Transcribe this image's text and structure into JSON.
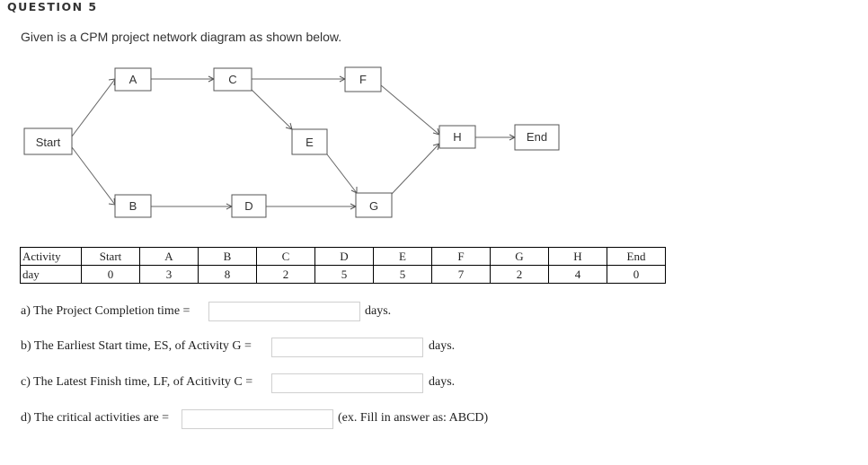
{
  "question": {
    "heading": "QUESTION 5",
    "intro": "Given is a CPM project network diagram as shown below."
  },
  "network": {
    "nodes": {
      "start": "Start",
      "a": "A",
      "b": "B",
      "c": "C",
      "d": "D",
      "e": "E",
      "f": "F",
      "g": "G",
      "h": "H",
      "end": "End"
    }
  },
  "table": {
    "row_labels": [
      "Activity",
      "day"
    ],
    "activities": [
      "Start",
      "A",
      "B",
      "C",
      "D",
      "E",
      "F",
      "G",
      "H",
      "End"
    ],
    "days": [
      "0",
      "3",
      "8",
      "2",
      "5",
      "5",
      "7",
      "2",
      "4",
      "0"
    ]
  },
  "questions": [
    {
      "label": "a) The Project Completion time =",
      "value": "",
      "suffix": "days."
    },
    {
      "label": "b) The Earliest Start time, ES, of Activity G =",
      "value": "",
      "suffix": "days."
    },
    {
      "label": "c) The Latest Finish time, LF, of Acitivity C =",
      "value": "",
      "suffix": "days."
    },
    {
      "label": "d) The critical activities are =",
      "value": "",
      "suffix": "(ex. Fill in answer as: ABCD)"
    }
  ]
}
